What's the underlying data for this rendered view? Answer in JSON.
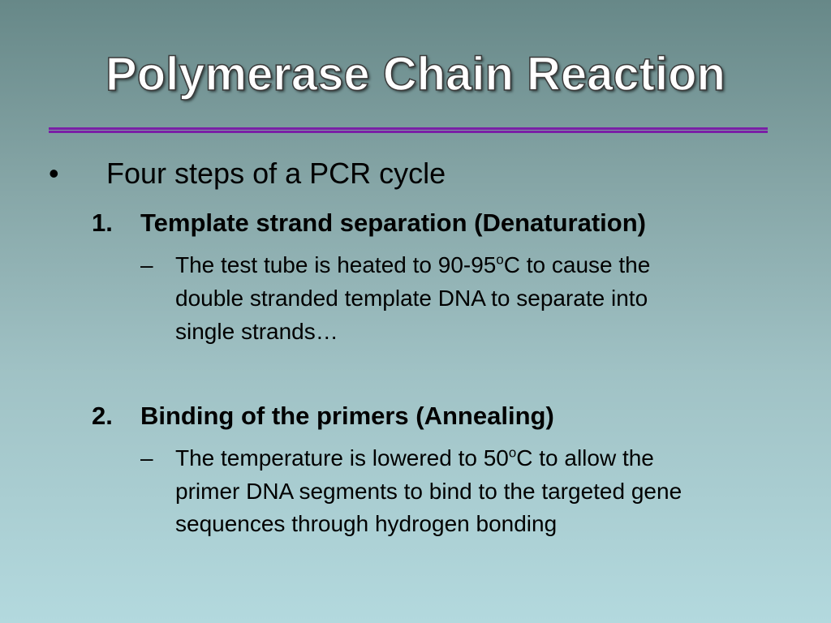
{
  "slide": {
    "title": "Polymerase Chain Reaction",
    "bullet": {
      "marker": "•",
      "text": "Four steps of a PCR cycle"
    },
    "steps": [
      {
        "number": "1.",
        "heading": "Template strand separation (Denaturation)",
        "dash": "–",
        "lines": [
          {
            "before": "The test tube is heated to 90-95",
            "sup": "o",
            "after": "C to cause the"
          },
          {
            "text": "double stranded template DNA to separate into"
          },
          {
            "text": "single strands…"
          }
        ]
      },
      {
        "number": "2.",
        "heading": "Binding of the primers (Annealing)",
        "dash": "–",
        "lines": [
          {
            "before": "The temperature is lowered to 50",
            "sup": "o",
            "after": "C to allow the"
          },
          {
            "text": "primer DNA segments to bind to the targeted gene"
          },
          {
            "text": "sequences through hydrogen bonding"
          }
        ]
      }
    ]
  },
  "colors": {
    "title_text": "#ffffff",
    "rule": "#7a1fa6",
    "background_top": "#678888",
    "background_bottom": "#b3d9de",
    "body_text": "#000000"
  }
}
